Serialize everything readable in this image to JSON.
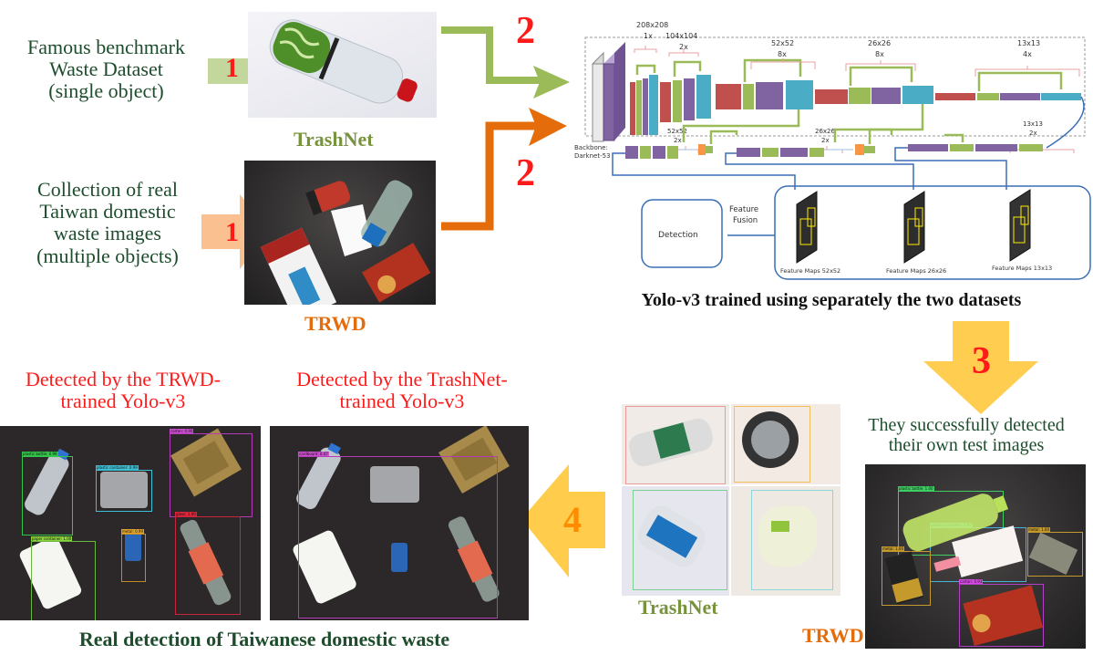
{
  "left_column": {
    "trashnet_source_text": [
      "Famous benchmark",
      "Waste Dataset",
      "(single object)"
    ],
    "trwd_source_text": [
      "Collection of real",
      "Taiwan domestic",
      "waste images",
      "(multiple objects)"
    ],
    "step1_label": "1"
  },
  "datasets": {
    "trashnet_label": "TrashNet",
    "trwd_label": "TRWD",
    "step2_label": "2"
  },
  "colors": {
    "trashnet_green": "#77933c",
    "trwd_orange": "#e46c0a",
    "step_red": "#ff1a1a",
    "text_green": "#1d4d2c",
    "arrow_yellow": "#ffc83d",
    "arrow_light_green": "#c3d69b",
    "arrow_light_orange": "#fac090",
    "diagram_blue": "#3a6eb5",
    "layer_purple": "#8064a2",
    "layer_green": "#9bbb59",
    "layer_red": "#c0504d",
    "layer_cyan": "#4bacc6",
    "layer_orange": "#f79646"
  },
  "yolo_diagram": {
    "backbone_label": [
      "Backbone:",
      "Darknet-53"
    ],
    "stage_labels": [
      {
        "size": "208x208",
        "repeat": "1x"
      },
      {
        "size": "104x104",
        "repeat": "2x"
      },
      {
        "size": "52x52",
        "repeat": "8x"
      },
      {
        "size": "26x26",
        "repeat": "8x"
      },
      {
        "size": "13x13",
        "repeat": "4x"
      }
    ],
    "neck_labels": [
      {
        "size": "52x52",
        "repeat": "2x"
      },
      {
        "size": "26x26",
        "repeat": "2x"
      },
      {
        "size": "13x13",
        "repeat": "2x"
      }
    ],
    "feature_fusion_label": [
      "Feature",
      "Fusion"
    ],
    "detection_label": "Detection",
    "feature_maps": [
      "Feature Maps 52x52",
      "Feature Maps 26x26",
      "Feature Maps 13x13"
    ],
    "caption": "Yolo-v3 trained using separately the two datasets"
  },
  "step3": {
    "label": "3",
    "text": [
      "They successfully detected",
      "their own test images"
    ]
  },
  "step4": {
    "label": "4"
  },
  "test_results": {
    "trashnet_label": "TrashNet",
    "trwd_label": "TRWD",
    "trwd_detections": [
      "plastic bottle: 1.00",
      "plastic container: 1.00",
      "metal: 1.00",
      "metal: 1.00",
      "carton: 0.93"
    ]
  },
  "real_detection": {
    "trwd_title": [
      "Detected by the TRWD-",
      "trained Yolo-v3"
    ],
    "trashnet_title": [
      "Detected by the TrashNet-",
      "trained Yolo-v3"
    ],
    "trwd_detections": [
      "plastic bottle: 0.99",
      "plastic container: 0.99",
      "carton: 0.90",
      "glass: 1.00",
      "paper container: 1.00",
      "metal: 0.99"
    ],
    "trashnet_detections": [
      "cardboard: 0.47"
    ],
    "caption": "Real detection of Taiwanese domestic waste"
  }
}
